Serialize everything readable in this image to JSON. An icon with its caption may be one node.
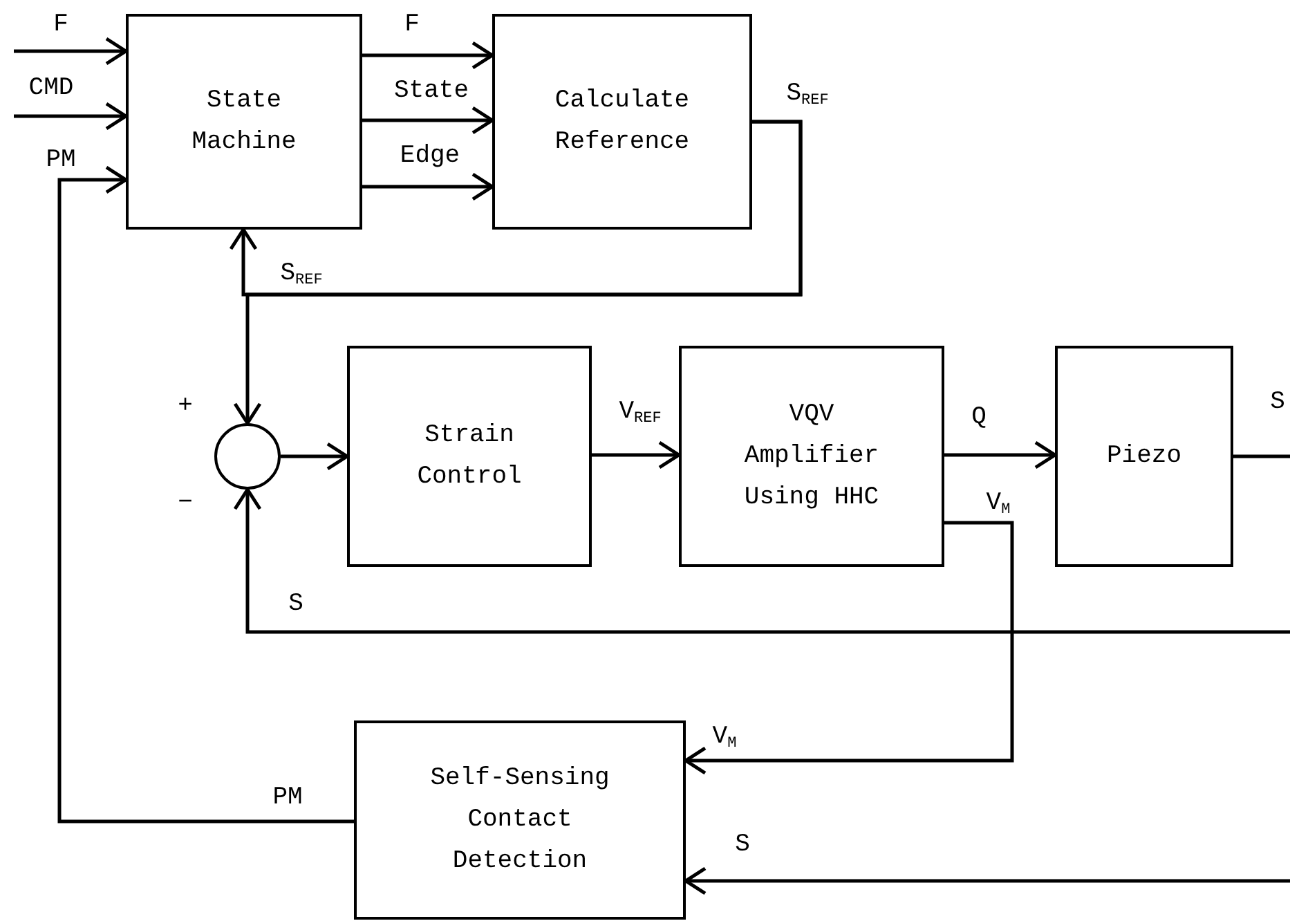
{
  "diagram": {
    "nodes": [
      {
        "text": [
          "State Machine"
        ]
      },
      {
        "text": [
          "Calculate Reference"
        ]
      },
      {
        "text": [],
        "shape": "circle"
      },
      {
        "text": [
          "Strain Control"
        ]
      },
      {
        "text": [
          "VQV Amplifier Using HHC"
        ]
      },
      {
        "text": [
          "Piezo"
        ]
      },
      {
        "text": [
          "Self-Sensing Contact Detection"
        ]
      }
    ],
    "edges": [
      {
        "from": null,
        "to": 0,
        "arrow": "to",
        "label": "F"
      },
      {
        "from": null,
        "to": 0,
        "arrow": "to",
        "label": "CMD"
      },
      {
        "from": 6,
        "to": 0,
        "arrow": "to",
        "label": "PM"
      },
      {
        "from": 0,
        "to": 1,
        "arrow": "to",
        "label": "F"
      },
      {
        "from": 0,
        "to": 1,
        "arrow": "to",
        "label": "State"
      },
      {
        "from": 0,
        "to": 1,
        "arrow": "to",
        "label": "Edge"
      },
      {
        "from": 1,
        "to": 0,
        "arrow": "to",
        "label": "S$_{REF}$"
      },
      {
        "from": 1,
        "to": 2,
        "arrow": "to",
        "label": "S$_{REF}$"
      },
      {
        "from": 2,
        "to": 3,
        "arrow": "to"
      },
      {
        "from": 3,
        "to": 4,
        "arrow": "to",
        "label": "V$_{REF}$"
      },
      {
        "from": 4,
        "to": 5,
        "arrow": "to",
        "label": "Q"
      },
      {
        "from": 4,
        "to": 6,
        "arrow": "to",
        "label": "V$_{M}$"
      },
      {
        "from": 5,
        "to": null,
        "arrow": "none",
        "label": "S"
      },
      {
        "from": null,
        "to": 2,
        "arrow": "to",
        "label": "S"
      },
      {
        "from": null,
        "to": 6,
        "arrow": "to",
        "label": "S"
      }
    ],
    "labels": [
      "+",
      "−",
      "V$_{M}$",
      "PM"
    ]
  }
}
